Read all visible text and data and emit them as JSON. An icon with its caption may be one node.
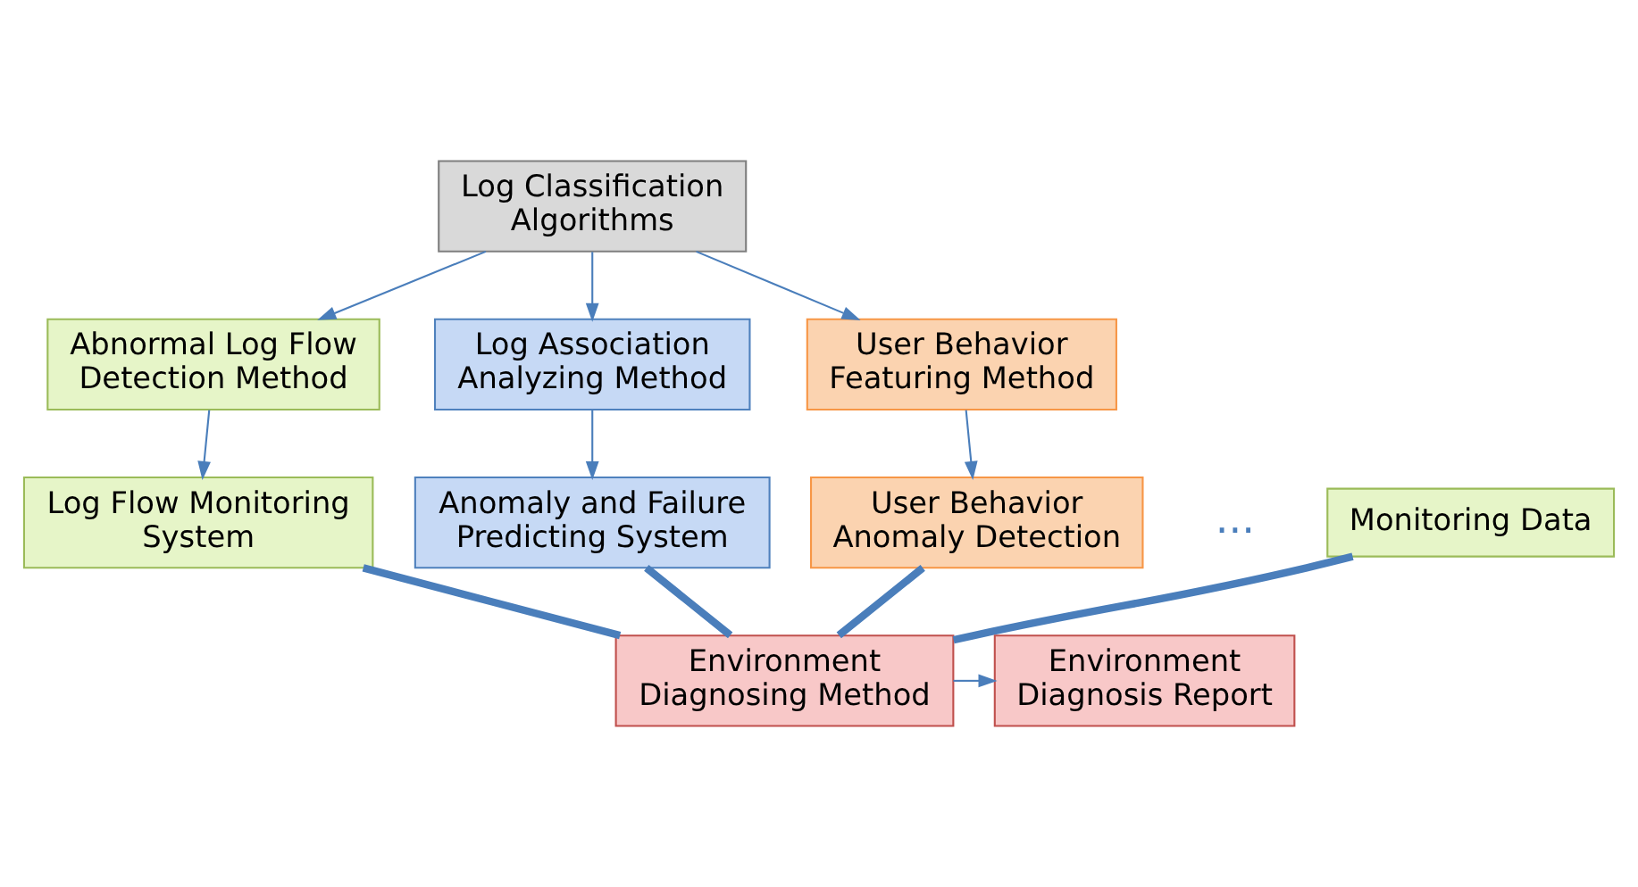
{
  "diagram": {
    "nodes": [
      {
        "text": [
          "Log Classification Algorithms"
        ]
      },
      {
        "text": [
          "Abnormal Log Flow Detection Method"
        ]
      },
      {
        "text": [
          "Log Association Analyzing Method"
        ]
      },
      {
        "text": [
          "User Behavior Featuring Method"
        ]
      },
      {
        "text": [
          "Log Flow Monitoring System"
        ]
      },
      {
        "text": [
          "Anomaly and Failure Predicting System"
        ]
      },
      {
        "text": [
          "User Behavior Anomaly Detection"
        ]
      },
      {
        "text": [
          "Monitoring Data"
        ]
      },
      {
        "text": [
          "Environment Diagnosing Method"
        ]
      },
      {
        "text": [
          "Environment Diagnosis Report"
        ]
      }
    ],
    "edges": [
      {
        "from": 0,
        "to": 1,
        "arrow": "to"
      },
      {
        "from": 0,
        "to": 2,
        "arrow": "to"
      },
      {
        "from": 0,
        "to": 3,
        "arrow": "to"
      },
      {
        "from": 1,
        "to": 4,
        "arrow": "to"
      },
      {
        "from": 2,
        "to": 5,
        "arrow": "to"
      },
      {
        "from": 3,
        "to": 6,
        "arrow": "to"
      },
      {
        "from": 4,
        "to": 8,
        "arrow": "none",
        "style": "thick"
      },
      {
        "from": 5,
        "to": 8,
        "arrow": "none",
        "style": "thick"
      },
      {
        "from": 6,
        "to": 8,
        "arrow": "none",
        "style": "thick"
      },
      {
        "from": 7,
        "to": 8,
        "arrow": "none",
        "style": "thick"
      },
      {
        "from": 8,
        "to": 9,
        "arrow": "to"
      }
    ],
    "labels": [
      "..."
    ]
  }
}
